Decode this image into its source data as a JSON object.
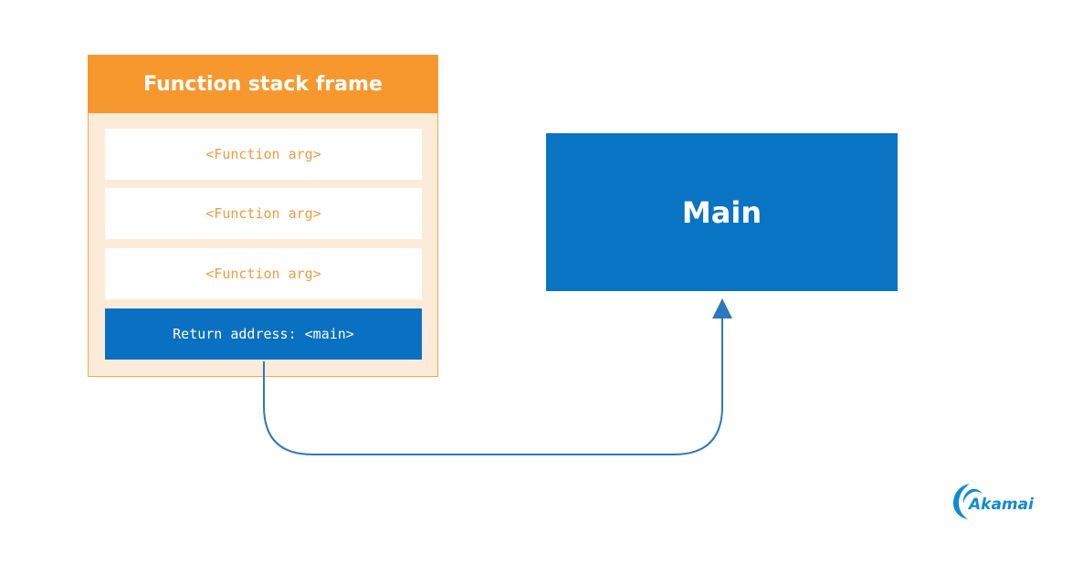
{
  "frame": {
    "title": "Function stack frame",
    "slots": [
      "<Function arg>",
      "<Function arg>",
      "<Function arg>"
    ],
    "return_slot": "Return address: <main>"
  },
  "main_box": {
    "label": "Main"
  },
  "logo": {
    "text": "Akamai",
    "icon": "akamai-wave-icon"
  },
  "colors": {
    "orange": "#f7982f",
    "light_orange": "#fdebd9",
    "blue": "#0a74c4",
    "arrow": "#2a78bd"
  }
}
